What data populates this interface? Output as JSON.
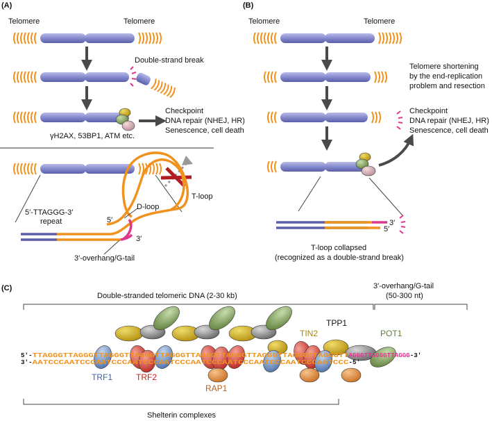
{
  "panel_a": {
    "label": "(A)",
    "telomere_left": "Telomere",
    "telomere_right": "Telomere",
    "double_strand_break": "Double-strand break",
    "checkpoint_lines": [
      "Checkpoint",
      "DNA repair (NHEJ, HR)",
      "Senescence, cell death"
    ],
    "markers": "γH2AX, 53BP1, ATM etc.",
    "repeat_line1": "5′-TTAGGG-3′",
    "repeat_line2": "repeat",
    "five_prime": "5′",
    "three_prime": "3′",
    "d_loop": "D-loop",
    "t_loop": "T-loop",
    "overhang": "3′-overhang/G-tail"
  },
  "panel_b": {
    "label": "(B)",
    "telomere_left": "Telomere",
    "telomere_right": "Telomere",
    "shortening_lines": [
      "Telomere shortening",
      "by the end-replication",
      "problem and resection"
    ],
    "checkpoint_lines": [
      "Checkpoint",
      "DNA repair (NHEJ, HR)",
      "Senescence, cell death"
    ],
    "three_prime": "3′",
    "five_prime": "5′",
    "collapsed_line1": "T-loop collapsed",
    "collapsed_line2": "(recognized as a double-strand break)"
  },
  "panel_c": {
    "label": "(C)",
    "ds_dna": "Double-stranded telomeric DNA (2-30 kb)",
    "overhang_line1": "3′-overhang/G-tail",
    "overhang_line2": "(50-300 nt)",
    "top_prefix": "5′-",
    "top_seq": "TTAGGGTTAGGGTTAGGGTTAGGGTTAGGGTTAGGGTTAGGGTTAGGGTTAGGGTTAGGGTT",
    "top_tail": "AGGGTTAGGGTTAGGG",
    "top_suffix": "-3′",
    "bottom_prefix": "3′-",
    "bottom_seq": "AATCCCAATCCCAATCCCAATCCCAATCCCAATCCCAATCCCAATCCCAATCCCAATCCC",
    "bottom_suffix": "-5′",
    "proteins": {
      "trf1": "TRF1",
      "trf2": "TRF2",
      "rap1": "RAP1",
      "tin2": "TIN2",
      "tpp1": "TPP1",
      "pot1": "POT1"
    },
    "shelterin": "Shelterin complexes"
  },
  "colors": {
    "chromosome": "#7b7fc4",
    "telomere": "#f0921e",
    "g_tail": "#e0368c",
    "arrow": "#4a4a4a",
    "trf1": "#5b7fb7",
    "trf2": "#d9362f",
    "rap1": "#e58a3c",
    "tin2": "#d4ac16",
    "tpp1": "#7a7a7a",
    "pot1": "#7f9f58",
    "inhibit": "#b01e22"
  }
}
